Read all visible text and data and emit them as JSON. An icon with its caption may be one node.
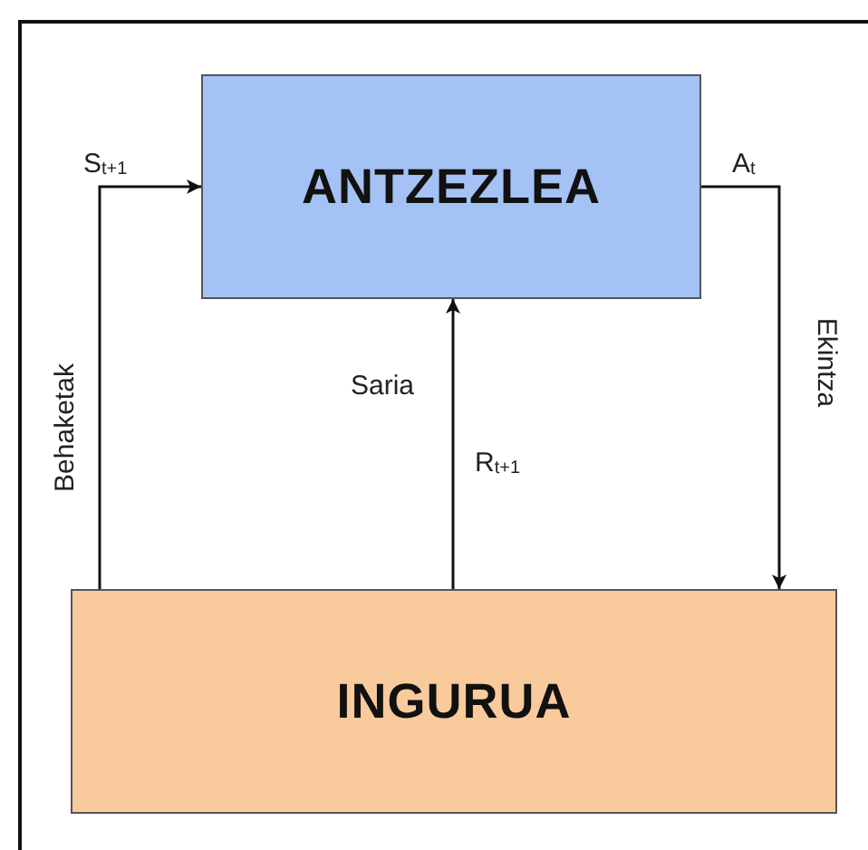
{
  "diagram": {
    "nodes": [
      {
        "text": [
          "ANTZEZLEA"
        ]
      },
      {
        "text": [
          "INGURUA"
        ]
      }
    ],
    "edges": [
      {
        "from": 1,
        "to": 0,
        "arrow": "to",
        "label": "Behaketak"
      },
      {
        "from": 0,
        "to": 1,
        "arrow": "to",
        "label": "Ekintza"
      },
      {
        "from": 1,
        "to": 0,
        "arrow": "to",
        "label": "Saria"
      }
    ],
    "labels": [
      "S$_{t+1}$",
      "A$_{t}$",
      "R$_{t+1}$"
    ]
  }
}
